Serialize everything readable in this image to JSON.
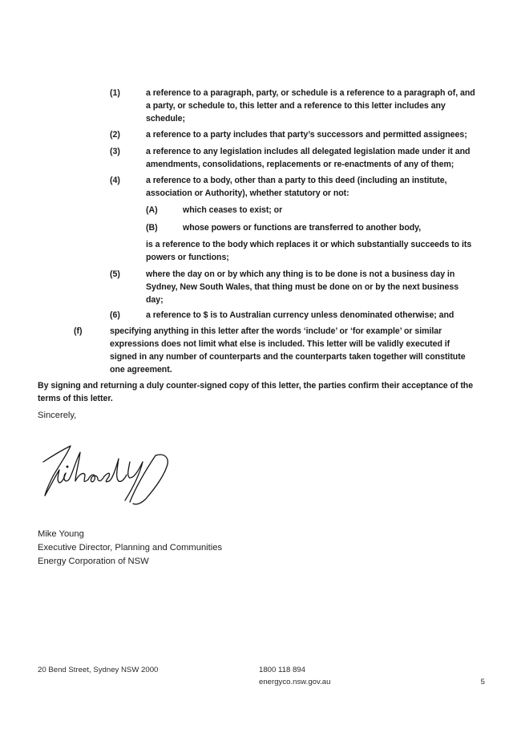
{
  "clauses": [
    {
      "num": "(1)",
      "text": "a reference to a paragraph, party, or schedule is a reference to a paragraph of, and a party, or schedule to, this letter and a reference to this letter includes any schedule;"
    },
    {
      "num": "(2)",
      "text": "a reference to a party includes that party’s successors and permitted assignees;"
    },
    {
      "num": "(3)",
      "text": "a reference to any legislation includes all delegated legislation made under it and amendments, consolidations, replacements or re-enactments of any of them;"
    },
    {
      "num": "(4)",
      "text": "a reference to a body, other than a party to this deed (including an institute, association or Authority), whether statutory or not:"
    },
    {
      "num": "(5)",
      "text": "where the day on or by which any thing is to be done is not a business day in Sydney, New South Wales, that thing must be done on or by the next business day;"
    },
    {
      "num": "(6)",
      "text": "a reference to $ is to Australian currency unless denominated otherwise; and"
    }
  ],
  "subclauses": [
    {
      "num": "(A)",
      "text": "which ceases to exist; or"
    },
    {
      "num": "(B)",
      "text": "whose powers or functions are transferred to another body,"
    }
  ],
  "clause4_tail": "is a reference to the body which replaces it or which substantially succeeds to its powers or functions;",
  "clause_f": {
    "num": "(f)",
    "text": "specifying anything in this letter after the words ‘include’ or ‘for example’ or similar expressions does not limit what else is included. This letter will be validly executed if signed in any number of counterparts and the counterparts taken together will constitute one agreement."
  },
  "acceptance": "By signing and returning a duly counter-signed copy of this letter, the parties confirm their acceptance of the terms of this letter.",
  "closing": "Sincerely,",
  "signatory": {
    "name": "Mike Young",
    "title": "Executive Director, Planning and Communities",
    "organisation": "Energy Corporation of NSW"
  },
  "footer": {
    "address": "20 Bend Street, Sydney NSW 2000",
    "phone": "1800 118 894",
    "website": "energyco.nsw.gov.au",
    "page_number": "5"
  }
}
